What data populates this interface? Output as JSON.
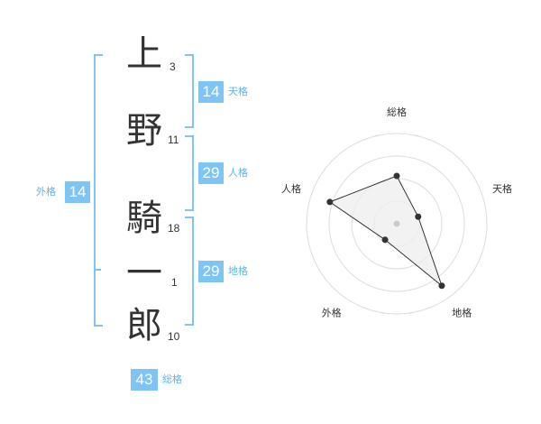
{
  "name": {
    "chars": [
      {
        "char": "上",
        "strokes": "3"
      },
      {
        "char": "野",
        "strokes": "11"
      },
      {
        "char": "騎",
        "strokes": "18"
      },
      {
        "char": "一",
        "strokes": "1"
      },
      {
        "char": "郎",
        "strokes": "10"
      }
    ]
  },
  "kakusu": {
    "tenkaku": {
      "value": "14",
      "label": "天格"
    },
    "jinkaku": {
      "value": "29",
      "label": "人格"
    },
    "chikaku": {
      "value": "29",
      "label": "地格"
    },
    "gaikaku": {
      "value": "14",
      "label": "外格"
    },
    "soukaku": {
      "value": "43",
      "label": "総格"
    }
  },
  "colors": {
    "accent": "#7ec4f5",
    "accent_text": "#5cb3f0",
    "text": "#333333"
  },
  "chart_data": {
    "type": "radar",
    "axes": [
      "総格",
      "天格",
      "地格",
      "外格",
      "人格"
    ],
    "values": [
      0.53,
      0.25,
      0.85,
      0.22,
      0.78
    ],
    "rings": 4
  }
}
